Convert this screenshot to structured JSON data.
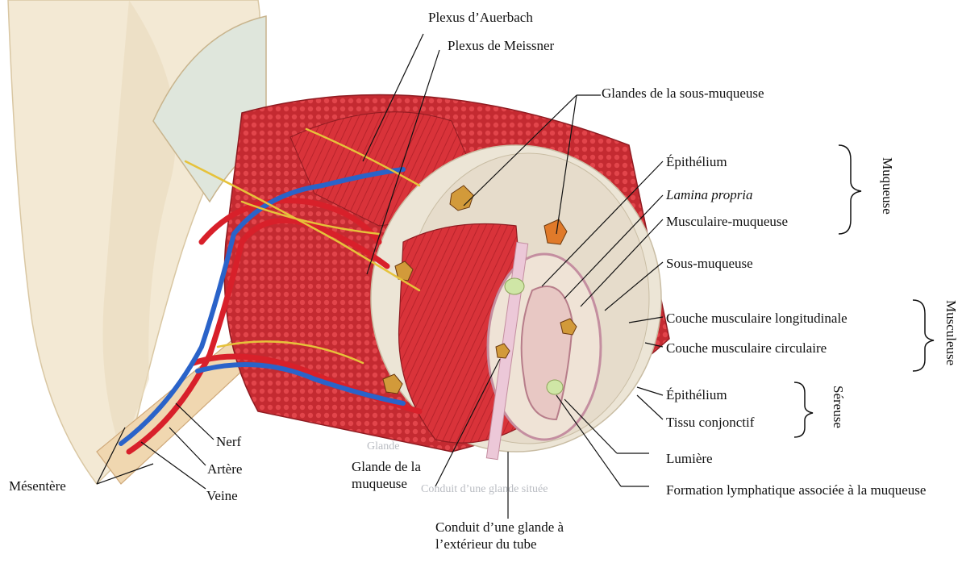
{
  "diagram": {
    "labels": {
      "auerbach": "Plexus d’Auerbach",
      "meissner": "Plexus de Meissner",
      "submucosal_glands": "Glandes de la sous-muqueuse",
      "epithelium_mucosa": "Épithélium",
      "lamina_propria": "Lamina propria",
      "muscularis_mucosae": "Musculaire-muqueuse",
      "submucosa": "Sous-muqueuse",
      "longitudinal_layer": "Couche musculaire longitudinale",
      "circular_layer": "Couche musculaire circulaire",
      "epithelium_serosa": "Épithélium",
      "connective_tissue": "Tissu conjonctif",
      "lumen": "Lumière",
      "malt": "Formation lymphatique associée à la muqueuse",
      "duct": "Conduit d’une glande à l’extérieur du tube",
      "mucosal_gland": "Glande de la muqueuse",
      "nerve": "Nerf",
      "artery": "Artère",
      "vein": "Veine",
      "mesentery": "Mésentère"
    },
    "groups": {
      "mucosa": "Muqueuse",
      "muscularis": "Musculeuse",
      "serosa": "Séreuse"
    },
    "faint_image_text": {
      "gland_text": "Glande",
      "duct_text": "Conduit d’une glande située"
    },
    "colors": {
      "muscle": "#d9333a",
      "muscle_dark": "#a81d24",
      "submucosa": "#ece5d6",
      "mesentery": "#f1e6cf",
      "artery": "#d8202a",
      "vein": "#2a63c9",
      "nerve": "#e6c23a",
      "gland": "#d29a3a",
      "lumen": "#e8c8c4"
    }
  }
}
